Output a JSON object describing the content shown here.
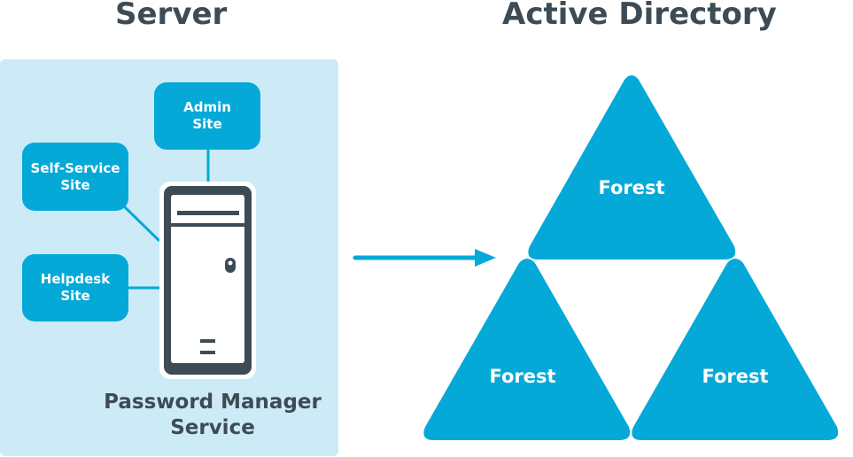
{
  "headings": {
    "server": "Server",
    "active_directory": "Active Directory"
  },
  "sites": {
    "admin": [
      "Admin",
      "Site"
    ],
    "self_service": [
      "Self-Service",
      "Site"
    ],
    "helpdesk": [
      "Helpdesk",
      "Site"
    ]
  },
  "service": [
    "Password Manager",
    "Service"
  ],
  "forests": {
    "top": "Forest",
    "left": "Forest",
    "right": "Forest"
  },
  "colors": {
    "accent": "#04a9d8",
    "panel": "#cdeaf7",
    "dark": "#3d4b55"
  },
  "icons": {
    "server": "server-tower-icon",
    "arrow": "arrow-right-icon"
  }
}
